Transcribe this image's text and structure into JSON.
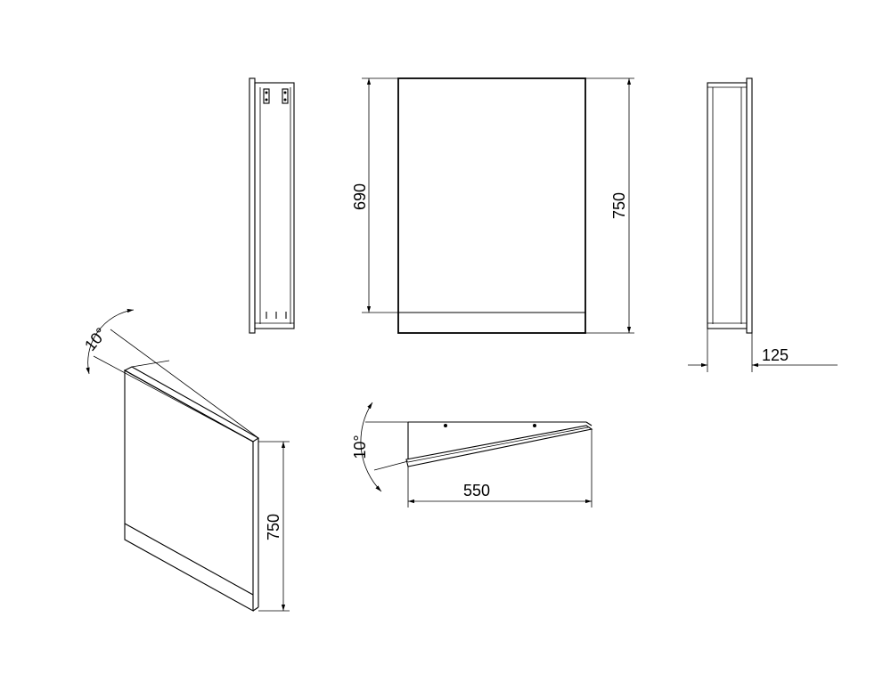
{
  "dimensions": {
    "front_height_inner": "690",
    "front_height_total": "750",
    "side_depth": "125",
    "tilt_angle_left": "10°",
    "tilt_angle_top": "10°",
    "top_width": "550",
    "iso_height": "750"
  },
  "colors": {
    "line": "#000000",
    "background": "#ffffff"
  }
}
